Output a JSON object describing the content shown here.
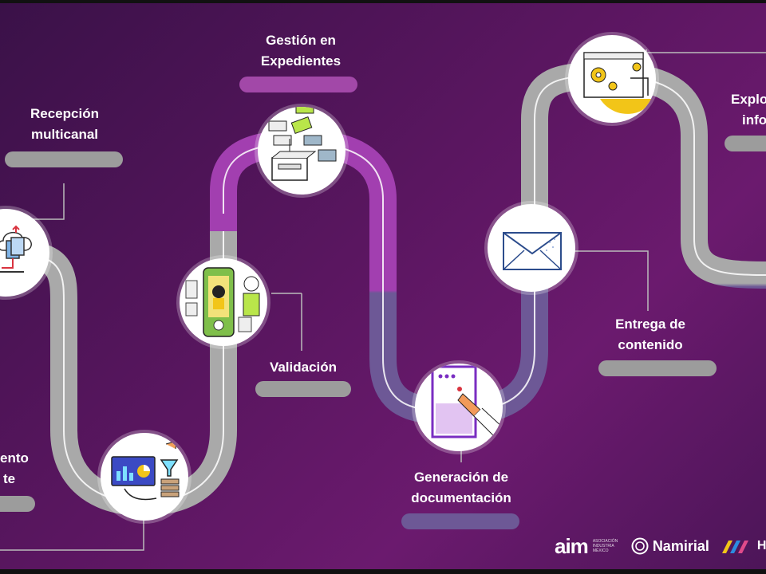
{
  "steps": {
    "s1": "…ento\n…te",
    "s2": "Recepción\nmulticanal",
    "s3": "Validación",
    "s4": "Gestión en\nExpedientes",
    "s5": "Generación de\ndocumentación",
    "s6": "Entrega de\ncontenido",
    "s7": "Explo…\ninfo…"
  },
  "labels": {
    "l1a": "ento",
    "l1b": "te",
    "l2a": "Recepción",
    "l2b": "multicanal",
    "l3": "Validación",
    "l4a": "Gestión en",
    "l4b": "Expedientes",
    "l5a": "Generación de",
    "l5b": "documentación",
    "l6a": "Entrega de",
    "l6b": "contenido",
    "l7a": "Explo",
    "l7b": "info"
  },
  "logos": {
    "aim": "aim",
    "aim_sub": "ASOCIACIÓN INDUSTRIA MÉXICO",
    "namirial": "Namirial",
    "third": "H"
  },
  "colors": {
    "road": "#a9a9a9",
    "road_purple": "#a23fb0",
    "road_lavender": "#6d5896",
    "accent_yellow": "#f2c518",
    "accent_green": "#b9e64a"
  },
  "icons": [
    "cloud-documents-icon",
    "dashboard-funnel-icon",
    "face-id-phone-icon",
    "file-archive-icon",
    "touch-document-icon",
    "envelope-icon",
    "browser-gears-icon"
  ]
}
